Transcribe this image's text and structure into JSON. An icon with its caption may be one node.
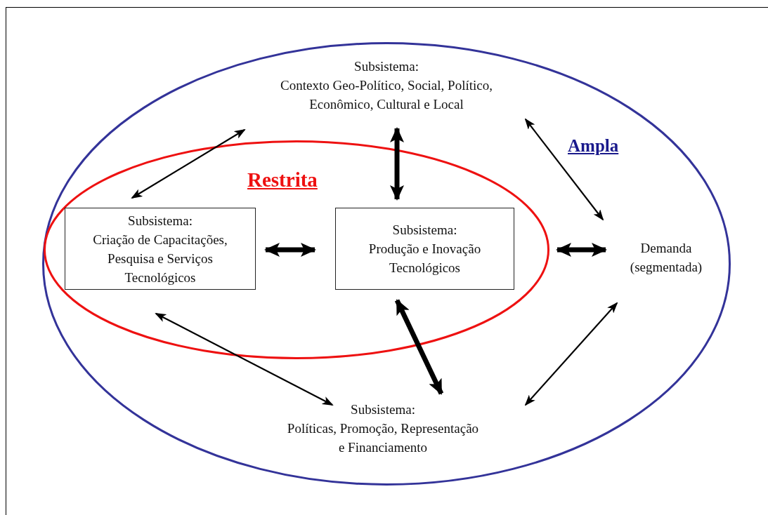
{
  "diagram": {
    "nodes": [
      {
        "text": [
          "Ampla"
        ]
      },
      {
        "text": [
          "Restrita"
        ],
        "in": 0
      },
      {
        "text": [
          "Subsistema:",
          "Contexto Geo-Político, Social, Político, Econômico, Cultural e Local"
        ],
        "in": 0
      },
      {
        "text": [
          "Subsistema:",
          "Criação de Capacitações, Pesquisa e Serviços Tecnológicos"
        ],
        "in": 1
      },
      {
        "text": [
          "Subsistema:",
          "Produção e Inovação Tecnológicos"
        ],
        "in": 1
      },
      {
        "text": [
          "Demanda (segmentada)"
        ],
        "in": 0
      },
      {
        "text": [
          "Subsistema:",
          "Políticas, Promoção, Representação e Financiamento"
        ],
        "in": 0
      }
    ],
    "edges": [
      {
        "from": 2,
        "to": 3,
        "arrow": "both"
      },
      {
        "from": 2,
        "to": 4,
        "arrow": "both",
        "style": "thick"
      },
      {
        "from": 2,
        "to": 5,
        "arrow": "both"
      },
      {
        "from": 3,
        "to": 4,
        "arrow": "both",
        "style": "thick"
      },
      {
        "from": 4,
        "to": 5,
        "arrow": "both",
        "style": "thick"
      },
      {
        "from": 3,
        "to": 6,
        "arrow": "both"
      },
      {
        "from": 4,
        "to": 6,
        "arrow": "both",
        "style": "thick"
      },
      {
        "from": 5,
        "to": 6,
        "arrow": "both"
      }
    ]
  }
}
